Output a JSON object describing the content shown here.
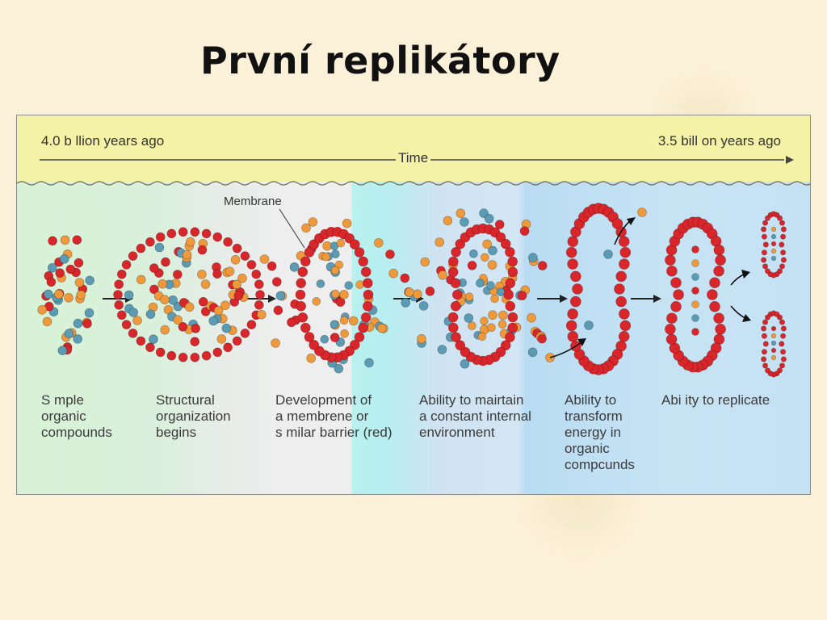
{
  "title": "První replikátory",
  "figure": {
    "start_label": "4.0 b llion years ago",
    "end_label": "3.5 bill on years ago",
    "time_label": "Time",
    "membrane_label": "Membrane",
    "stages": [
      {
        "label": "S mple\norganic\ncompounds"
      },
      {
        "label": "Structural\norganization\nbegins"
      },
      {
        "label": "Development of\na membrene or\ns milar barrier (red)"
      },
      {
        "label": "Ability to mairtain\na constant internal\nenvironment"
      },
      {
        "label": "Ability to\ntransform\nenergy in\norganic\ncompcunds"
      },
      {
        "label": "Abi ity to replicate"
      }
    ],
    "colors": {
      "red": "#d8262b",
      "orange": "#ee9a3c",
      "blue": "#5b9bb3",
      "band": "#f4f2a6"
    }
  }
}
